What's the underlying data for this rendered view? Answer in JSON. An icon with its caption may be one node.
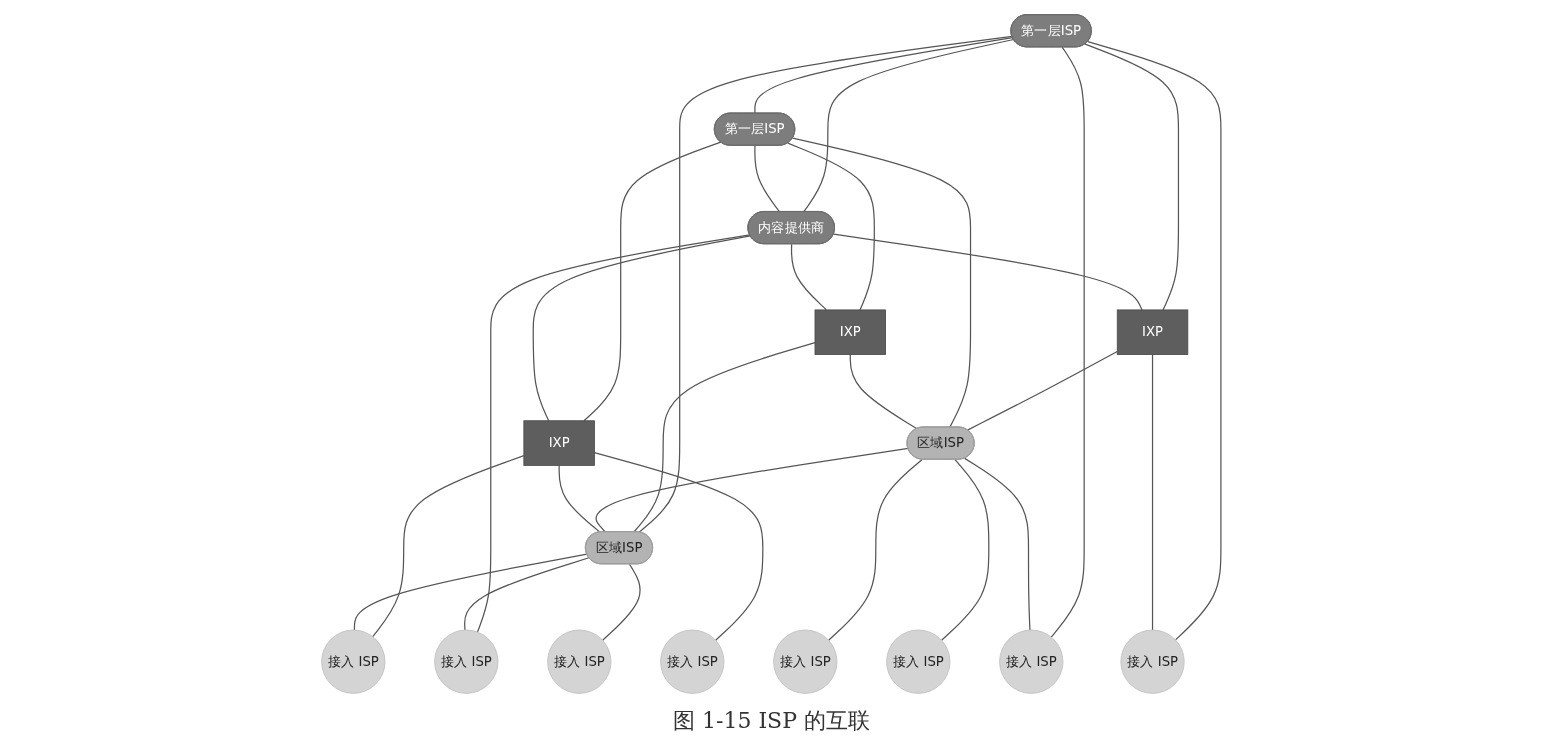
{
  "diagram": {
    "caption": "图 1-15 ISP 的互联",
    "nodes": [
      {
        "text": [
          "第一层ISP"
        ]
      },
      {
        "text": [
          "第一层ISP"
        ]
      },
      {
        "text": [
          "内容提供商"
        ]
      },
      {
        "text": [
          "IXP"
        ]
      },
      {
        "text": [
          "IXP"
        ]
      },
      {
        "text": [
          "IXP"
        ]
      },
      {
        "text": [
          "区域ISP"
        ]
      },
      {
        "text": [
          "区域ISP"
        ]
      },
      {
        "text": [
          "接入 ISP"
        ]
      },
      {
        "text": [
          "接入 ISP"
        ]
      },
      {
        "text": [
          "接入 ISP"
        ]
      },
      {
        "text": [
          "接入 ISP"
        ]
      },
      {
        "text": [
          "接入 ISP"
        ]
      },
      {
        "text": [
          "接入 ISP"
        ]
      },
      {
        "text": [
          "接入 ISP"
        ]
      },
      {
        "text": [
          "接入 ISP"
        ]
      }
    ],
    "edges": [
      {
        "from": 0,
        "to": 2,
        "arrow": "none"
      },
      {
        "from": 0,
        "to": 1,
        "arrow": "none"
      },
      {
        "from": 1,
        "to": 2,
        "arrow": "none"
      },
      {
        "from": 0,
        "to": 3,
        "arrow": "none"
      },
      {
        "from": 0,
        "to": 8,
        "arrow": "none"
      },
      {
        "from": 0,
        "to": 9,
        "arrow": "none"
      },
      {
        "from": 0,
        "to": 7,
        "arrow": "none"
      },
      {
        "from": 3,
        "to": 8,
        "arrow": "none"
      },
      {
        "from": 3,
        "to": 6,
        "arrow": "none"
      },
      {
        "from": 2,
        "to": 3,
        "arrow": "none"
      },
      {
        "from": 1,
        "to": 6,
        "arrow": "none"
      },
      {
        "from": 1,
        "to": 4,
        "arrow": "none"
      },
      {
        "from": 1,
        "to": 5,
        "arrow": "none"
      },
      {
        "from": 2,
        "to": 4,
        "arrow": "none"
      },
      {
        "from": 2,
        "to": 5,
        "arrow": "none"
      },
      {
        "from": 2,
        "to": 14,
        "arrow": "none"
      },
      {
        "from": 4,
        "to": 6,
        "arrow": "none"
      },
      {
        "from": 4,
        "to": 7,
        "arrow": "none"
      },
      {
        "from": 6,
        "to": 7,
        "arrow": "none"
      },
      {
        "from": 5,
        "to": 7,
        "arrow": "none"
      },
      {
        "from": 5,
        "to": 13,
        "arrow": "none"
      },
      {
        "from": 5,
        "to": 15,
        "arrow": "none"
      },
      {
        "from": 6,
        "to": 9,
        "arrow": "none"
      },
      {
        "from": 6,
        "to": 10,
        "arrow": "none"
      },
      {
        "from": 6,
        "to": 11,
        "arrow": "none"
      },
      {
        "from": 7,
        "to": 12,
        "arrow": "none"
      },
      {
        "from": 7,
        "to": 13,
        "arrow": "none"
      },
      {
        "from": 7,
        "to": 14,
        "arrow": "none"
      }
    ]
  }
}
